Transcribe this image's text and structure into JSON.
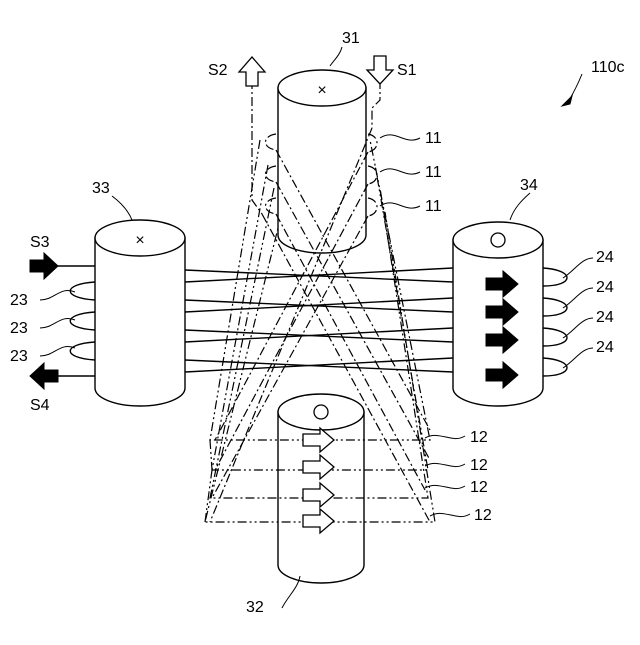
{
  "figure": {
    "id_label": "110c"
  },
  "cores": {
    "top": {
      "ref": "31",
      "mark": "×"
    },
    "bottom": {
      "ref": "32",
      "mark": "○"
    },
    "left": {
      "ref": "33",
      "mark": "×"
    },
    "right": {
      "ref": "34",
      "mark": "○"
    }
  },
  "signals": {
    "s1": "S1",
    "s2": "S2",
    "s3": "S3",
    "s4": "S4"
  },
  "coils": {
    "ref_11": "11",
    "ref_12": "12",
    "ref_23": "23",
    "ref_24": "24"
  },
  "colors": {
    "stroke": "#000000",
    "background": "#ffffff"
  }
}
